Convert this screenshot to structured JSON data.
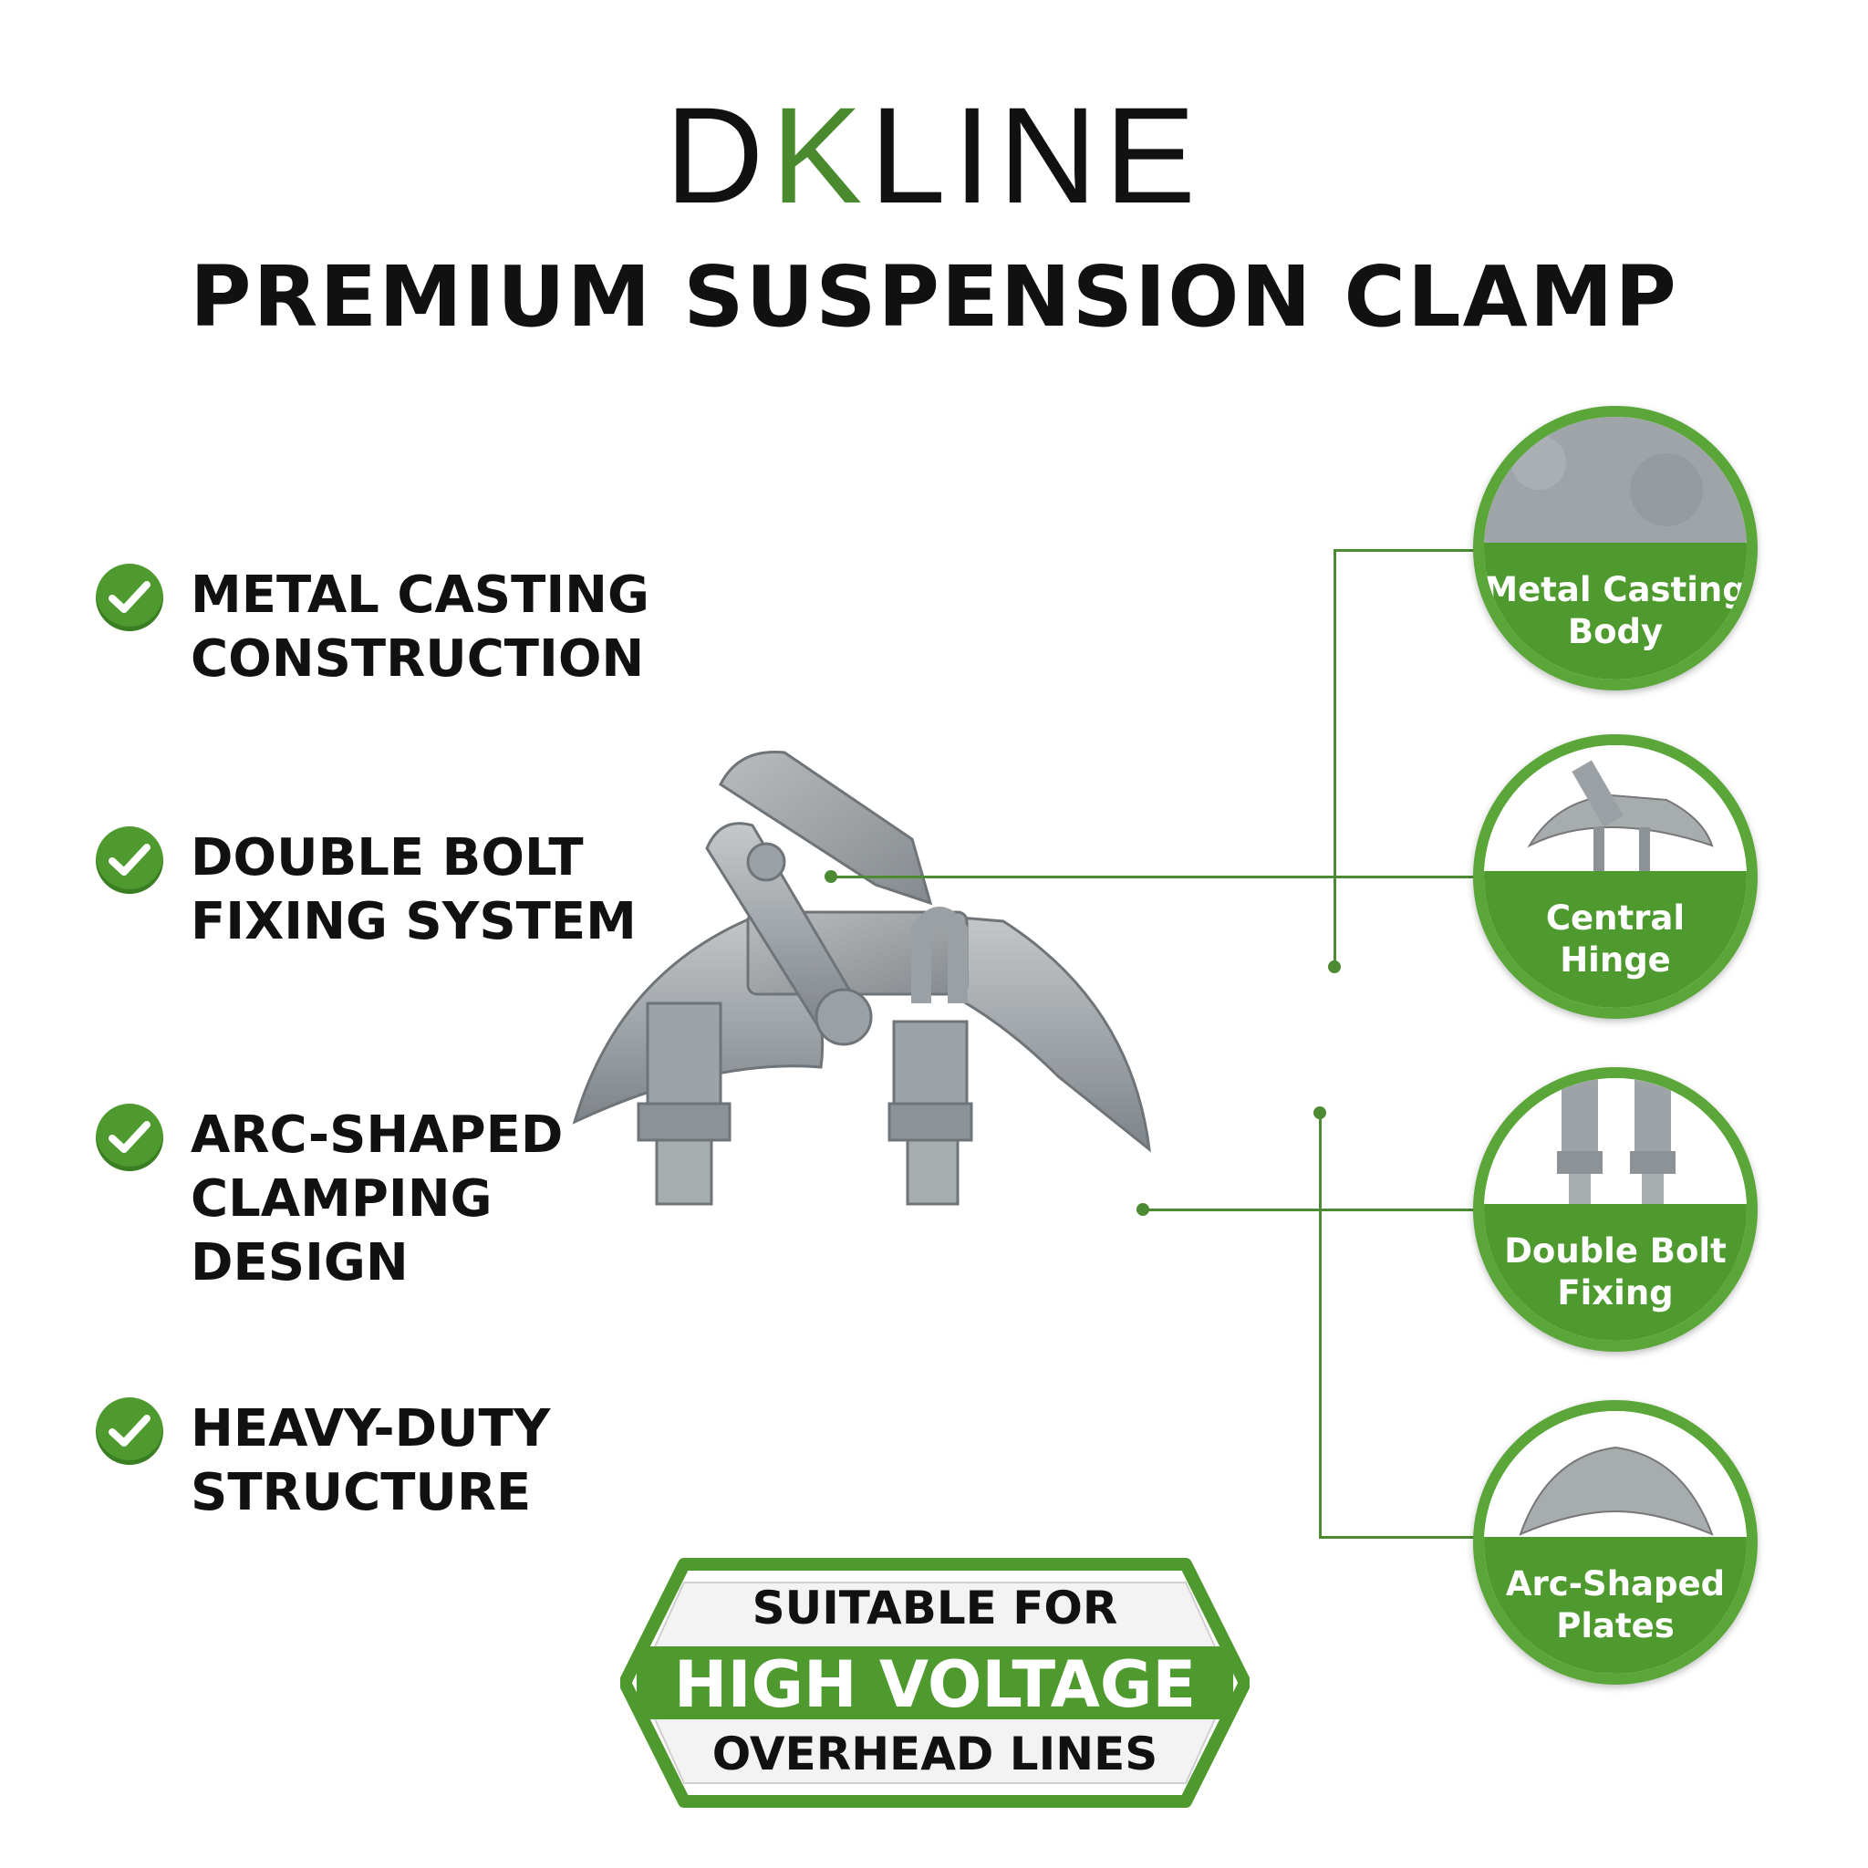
{
  "brand": {
    "logo_prefix": "D",
    "logo_k": "K",
    "logo_suffix": "LINE"
  },
  "title": "PREMIUM SUSPENSION CLAMP",
  "features": [
    {
      "text": "METAL CASTING\nCONSTRUCTION"
    },
    {
      "text": "DOUBLE BOLT\nFIXING SYSTEM"
    },
    {
      "text": "ARC-SHAPED\nCLAMPING\nDESIGN"
    },
    {
      "text": "HEAVY-DUTY\nSTRUCTURE"
    }
  ],
  "callouts": [
    {
      "label": "Metal Casting\nBody"
    },
    {
      "label": "Central\nHinge"
    },
    {
      "label": "Double Bolt\nFixing"
    },
    {
      "label": "Arc-Shaped\nPlates"
    }
  ],
  "badge": {
    "line1": "SUITABLE FOR",
    "line2": "HIGH VOLTAGE",
    "line3": "OVERHEAD LINES"
  },
  "colors": {
    "accent": "#4e9a2f",
    "dark": "#111111",
    "metal": "#a9aeb2"
  },
  "icons": [
    "check-icon"
  ]
}
